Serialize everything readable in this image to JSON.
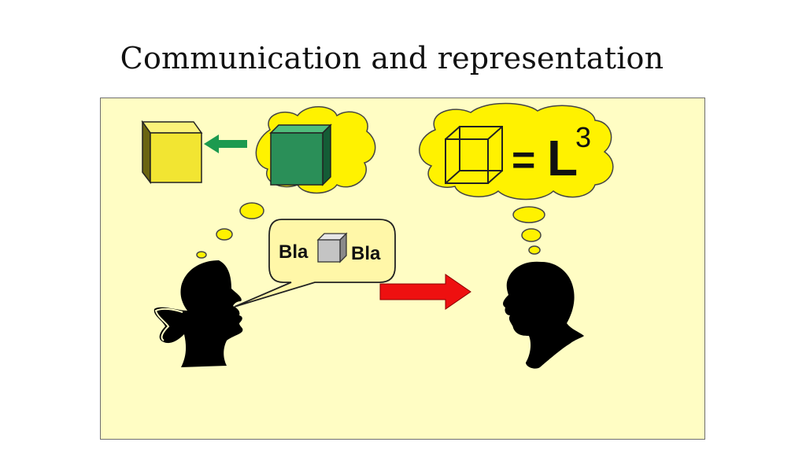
{
  "slide": {
    "title": "Communication and representation"
  },
  "diagram": {
    "speech_left": "Bla",
    "speech_right": "Bla",
    "equation_equals": "=",
    "equation_base": "L",
    "equation_exponent": "3"
  },
  "colors": {
    "panel_background": "#fffdc4",
    "thought_bubble": "#fff200",
    "yellow_cube": "#f2e532",
    "green_cube": "#2a8f58",
    "green_arrow": "#1c9a4f",
    "red_arrow": "#ee1010",
    "silhouette": "#000000",
    "speech_bubble": "#fff7a8"
  }
}
